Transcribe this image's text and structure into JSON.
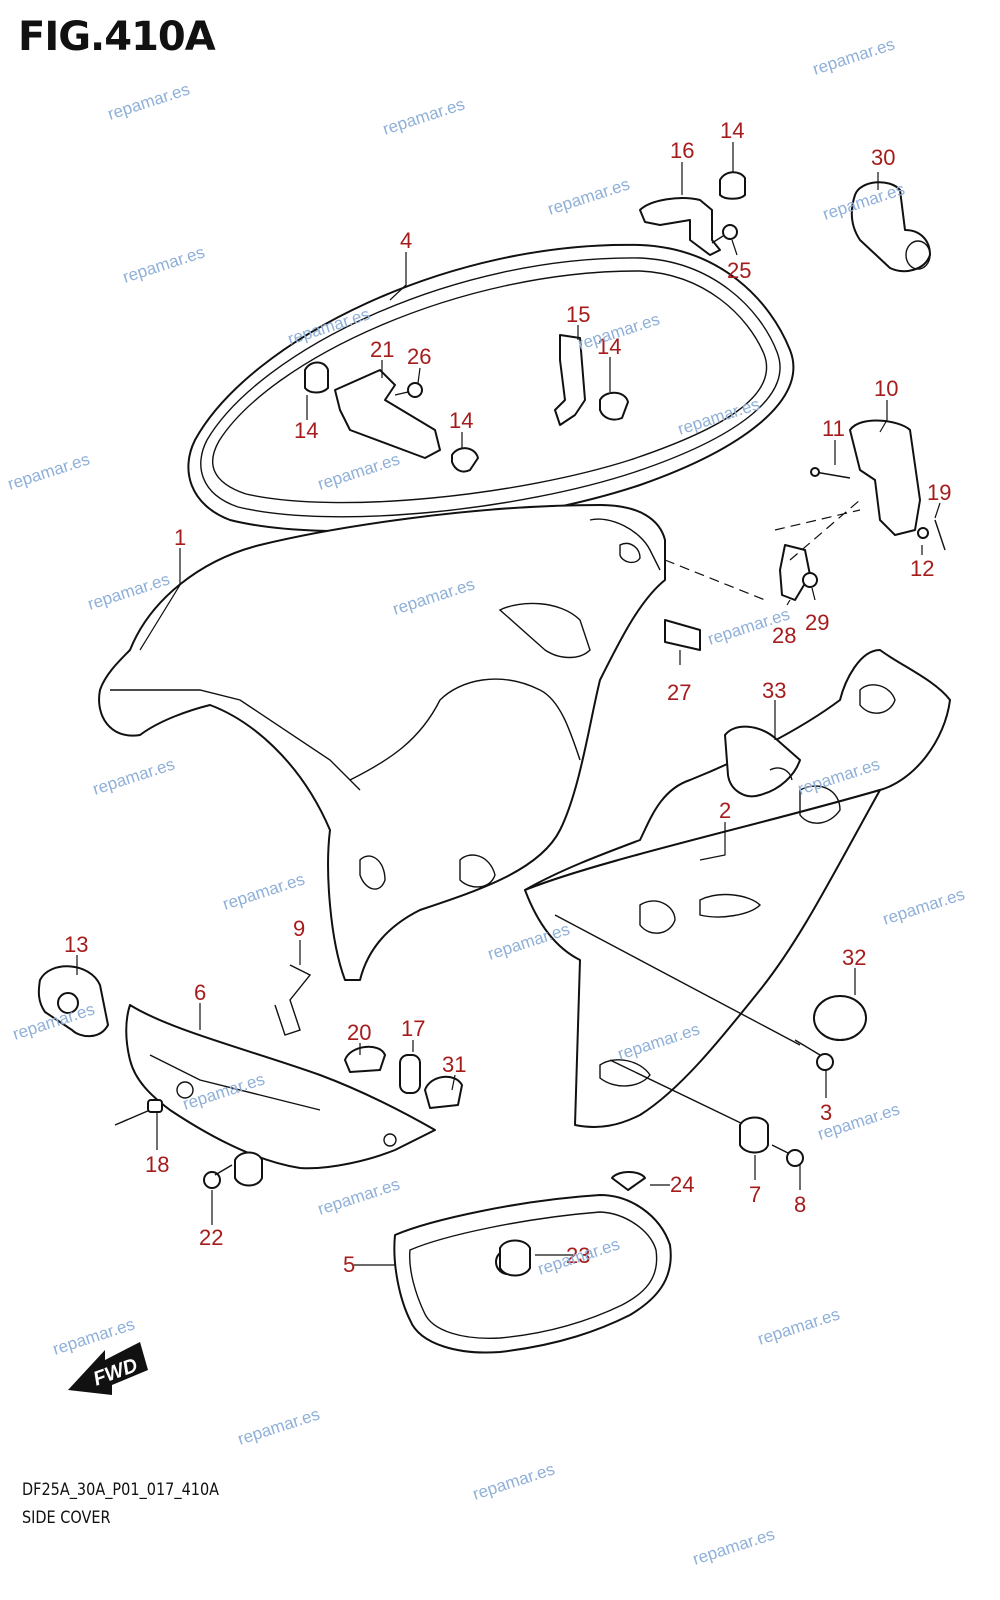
{
  "header": {
    "title": "FIG.410A"
  },
  "footer": {
    "code": "DF25A_30A_P01_017_410A",
    "name": "SIDE COVER"
  },
  "watermark": {
    "text": "repamar.es",
    "logo_color": "#9fbde3",
    "text_color": "#8fb0d8"
  },
  "colors": {
    "callout": "#a51c1c",
    "line": "#111111"
  },
  "fwd_label": "FWD",
  "callouts": [
    {
      "id": "c1",
      "label": "1"
    },
    {
      "id": "c2",
      "label": "2"
    },
    {
      "id": "c3",
      "label": "3"
    },
    {
      "id": "c4",
      "label": "4"
    },
    {
      "id": "c5",
      "label": "5"
    },
    {
      "id": "c6",
      "label": "6"
    },
    {
      "id": "c7",
      "label": "7"
    },
    {
      "id": "c8",
      "label": "8"
    },
    {
      "id": "c9",
      "label": "9"
    },
    {
      "id": "c10",
      "label": "10"
    },
    {
      "id": "c11",
      "label": "11"
    },
    {
      "id": "c12",
      "label": "12"
    },
    {
      "id": "c13",
      "label": "13"
    },
    {
      "id": "c14a",
      "label": "14"
    },
    {
      "id": "c14b",
      "label": "14"
    },
    {
      "id": "c14c",
      "label": "14"
    },
    {
      "id": "c14d",
      "label": "14"
    },
    {
      "id": "c15",
      "label": "15"
    },
    {
      "id": "c16",
      "label": "16"
    },
    {
      "id": "c17",
      "label": "17"
    },
    {
      "id": "c18",
      "label": "18"
    },
    {
      "id": "c19",
      "label": "19"
    },
    {
      "id": "c20",
      "label": "20"
    },
    {
      "id": "c21",
      "label": "21"
    },
    {
      "id": "c22",
      "label": "22"
    },
    {
      "id": "c23",
      "label": "23"
    },
    {
      "id": "c24",
      "label": "24"
    },
    {
      "id": "c25",
      "label": "25"
    },
    {
      "id": "c26",
      "label": "26"
    },
    {
      "id": "c27",
      "label": "27"
    },
    {
      "id": "c28",
      "label": "28"
    },
    {
      "id": "c29",
      "label": "29"
    },
    {
      "id": "c30",
      "label": "30"
    },
    {
      "id": "c31",
      "label": "31"
    },
    {
      "id": "c32",
      "label": "32"
    },
    {
      "id": "c33",
      "label": "33"
    }
  ]
}
